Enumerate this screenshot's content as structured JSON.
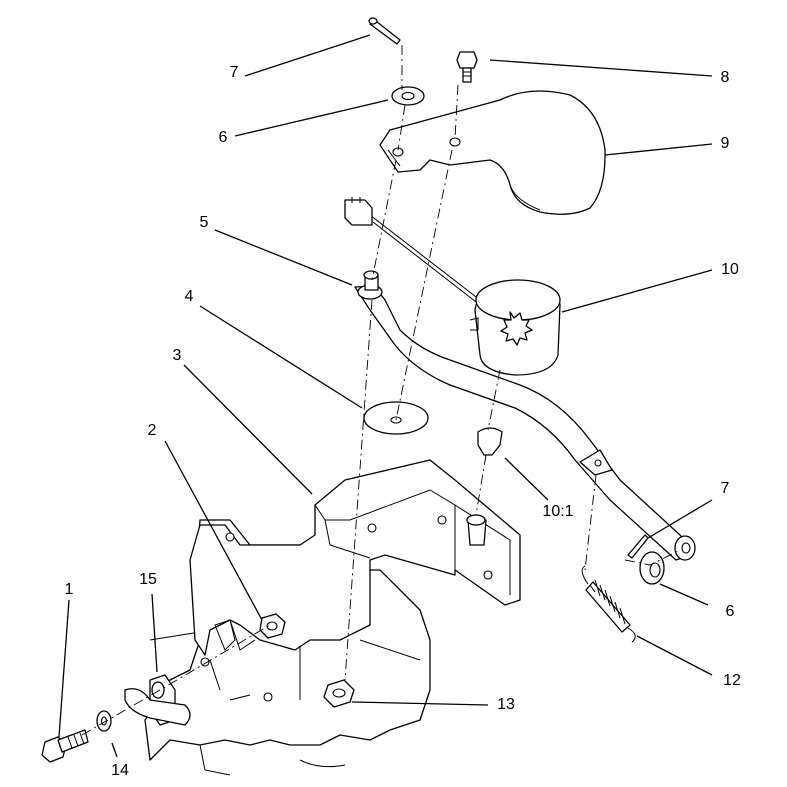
{
  "callouts": {
    "c1": "1",
    "c2": "2",
    "c3": "3",
    "c4": "4",
    "c5": "5",
    "c6_top": "6",
    "c6_right": "6",
    "c7_top": "7",
    "c7_right": "7",
    "c8": "8",
    "c9": "9",
    "c10": "10",
    "c10_1": "10:1",
    "c12": "12",
    "c13": "13",
    "c14": "14",
    "c15": "15"
  }
}
